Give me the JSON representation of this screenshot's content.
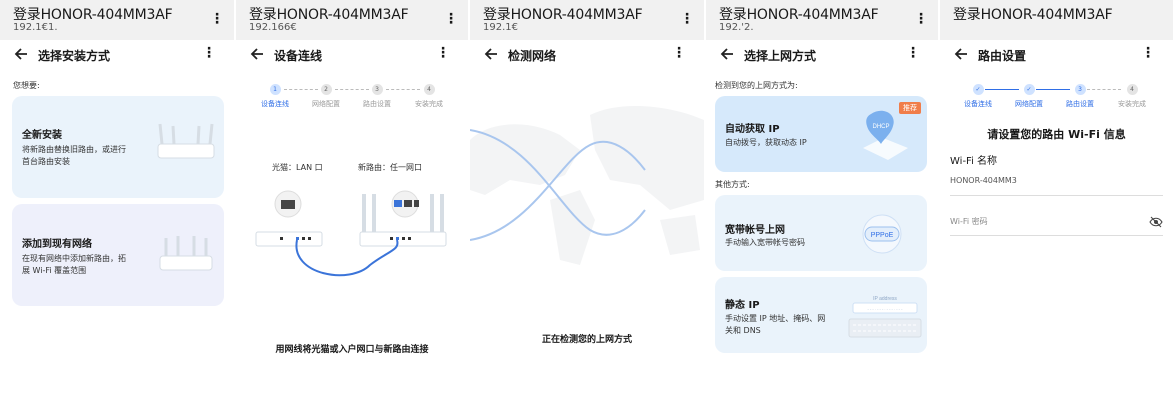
{
  "common": {
    "window_title": "登录HONOR-404MM3AF",
    "more_glyph": "⋮"
  },
  "screens": [
    {
      "address": "192.1€1.",
      "title": "选择安装方式",
      "prompt": "您想要:",
      "options": [
        {
          "title": "全新安装",
          "desc": [
            "将新路由替换旧路由，或进行",
            "首台路由安装"
          ]
        },
        {
          "title": "添加到现有网络",
          "desc": [
            "在现有网络中添加新路由，拓",
            "展 Wi-Fi 覆盖范围"
          ]
        }
      ]
    },
    {
      "address": "192.166€",
      "title": "设备连线",
      "steps": [
        {
          "n": "1",
          "label": "设备连线"
        },
        {
          "n": "2",
          "label": "网络配置"
        },
        {
          "n": "3",
          "label": "路由设置"
        },
        {
          "n": "4",
          "label": "安装完成"
        }
      ],
      "left_label": "光猫：LAN 口",
      "right_label": "新路由：任一网口",
      "caption": "用网线将光猫或入户网口与新路由连接"
    },
    {
      "address": "192.1€",
      "title": "检测网络",
      "caption": "正在检测您的上网方式"
    },
    {
      "address": "192.'2.",
      "title": "选择上网方式",
      "detected": "检测到您的上网方式为:",
      "recommended": {
        "title": "自动获取 IP",
        "desc": [
          "自动拨号，获取动态 IP"
        ],
        "badge": "推荐",
        "icon_text": "DHCP"
      },
      "other": "其他方式:",
      "options": [
        {
          "title": "宽带帐号上网",
          "desc": [
            "手动输入宽带帐号密码"
          ],
          "icon_text": "PPPoE"
        },
        {
          "title": "静态 IP",
          "desc": [
            "手动设置 IP 地址、掩码、网",
            "关和 DNS"
          ],
          "icon_text": "IP address",
          "icon_sub": "- - - . - - - . - - - . - - -"
        }
      ]
    },
    {
      "title": "路由设置",
      "steps": [
        {
          "n": "✓",
          "label": "设备连线"
        },
        {
          "n": "✓",
          "label": "网络配置"
        },
        {
          "n": "3",
          "label": "路由设置"
        },
        {
          "n": "4",
          "label": "安装完成"
        }
      ],
      "heading": "请设置您的路由 Wi-Fi 信息",
      "wifi_name_label": "Wi-Fi 名称",
      "wifi_name_value": "HONOR-404MM3",
      "wifi_pwd_placeholder": "Wi-Fi 密码"
    }
  ],
  "colors": {
    "accent": "#2f6ee6",
    "card_blue": "#eaf3fb",
    "card_violet": "#eef0fb",
    "badge": "#f07d4a",
    "cable": "#3b74d9"
  }
}
